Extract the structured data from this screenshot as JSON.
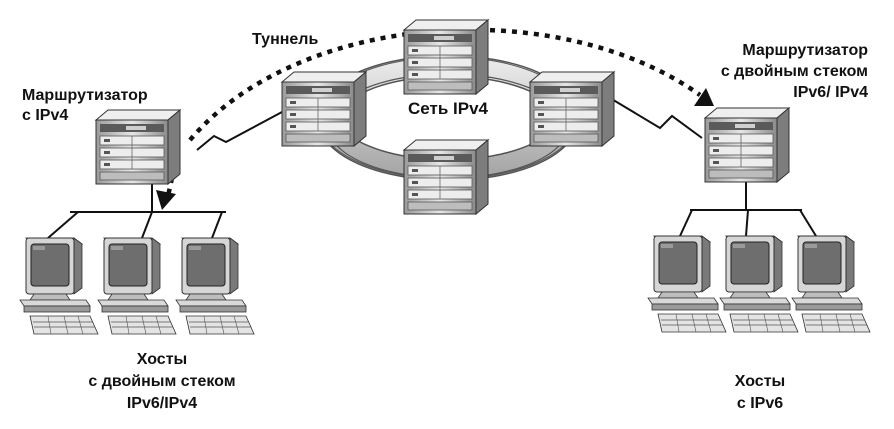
{
  "labels": {
    "tunnel": "Туннель",
    "network": "Сеть IPv4",
    "left_router": [
      "Маршрутизатор",
      "с IPv4"
    ],
    "right_router": [
      "Маршрутизатор",
      "с двойным стеком",
      "IPv6/ IPv4"
    ],
    "left_hosts": [
      "Хосты",
      "с двойным стеком",
      "IPv6/IPv4"
    ],
    "right_hosts": [
      "Хосты",
      "с IPv6"
    ]
  },
  "icons": {
    "router": "router-icon",
    "computer": "computer-icon",
    "keyboard": "keyboard-icon"
  },
  "colors": {
    "device_light": "#d8d8d8",
    "device_dark": "#7a7a7a",
    "screen": "#6f6f6f",
    "ring": "#c4c4c4",
    "line": "#111111"
  }
}
